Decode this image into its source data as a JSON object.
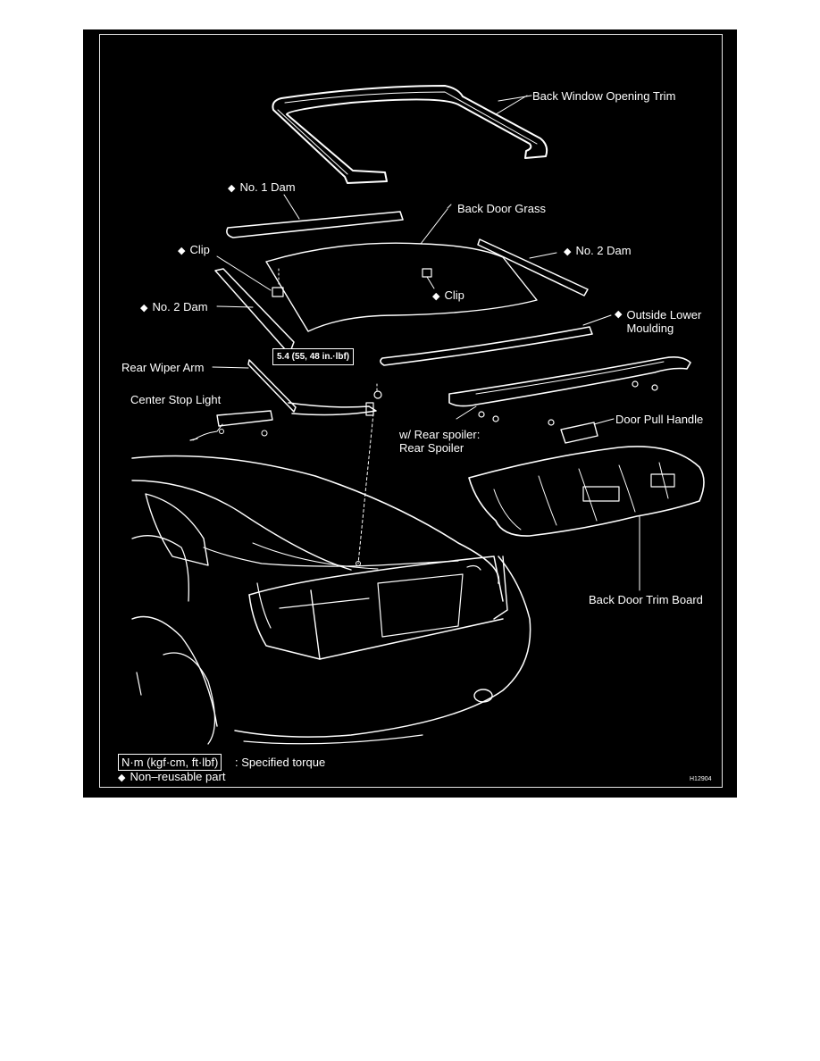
{
  "labels": {
    "back_window_opening_trim": "Back Window Opening Trim",
    "no1_dam": "No. 1 Dam",
    "back_door_grass": "Back Door Grass",
    "clip_left": "Clip",
    "no2_dam_right": "No. 2 Dam",
    "clip_center": "Clip",
    "no2_dam_left": "No. 2 Dam",
    "outside_lower_moulding": "Outside Lower\nMoulding",
    "torque": "5.4 (55, 48 in.·lbf)",
    "rear_wiper_arm": "Rear Wiper Arm",
    "center_stop_light": "Center Stop Light",
    "door_pull_handle": "Door Pull Handle",
    "rear_spoiler": "w/ Rear spoiler:\nRear Spoiler",
    "back_door_trim_board": "Back Door Trim Board"
  },
  "legend": {
    "torque_unit": "N·m (kgf·cm, ft·lbf)",
    "torque_desc": ": Specified torque",
    "non_reusable": "Non–reusable part"
  },
  "symbols": {
    "diamond": "◆"
  },
  "figure_id": "H12904",
  "colors": {
    "background": "#000000",
    "lines": "#ffffff"
  }
}
